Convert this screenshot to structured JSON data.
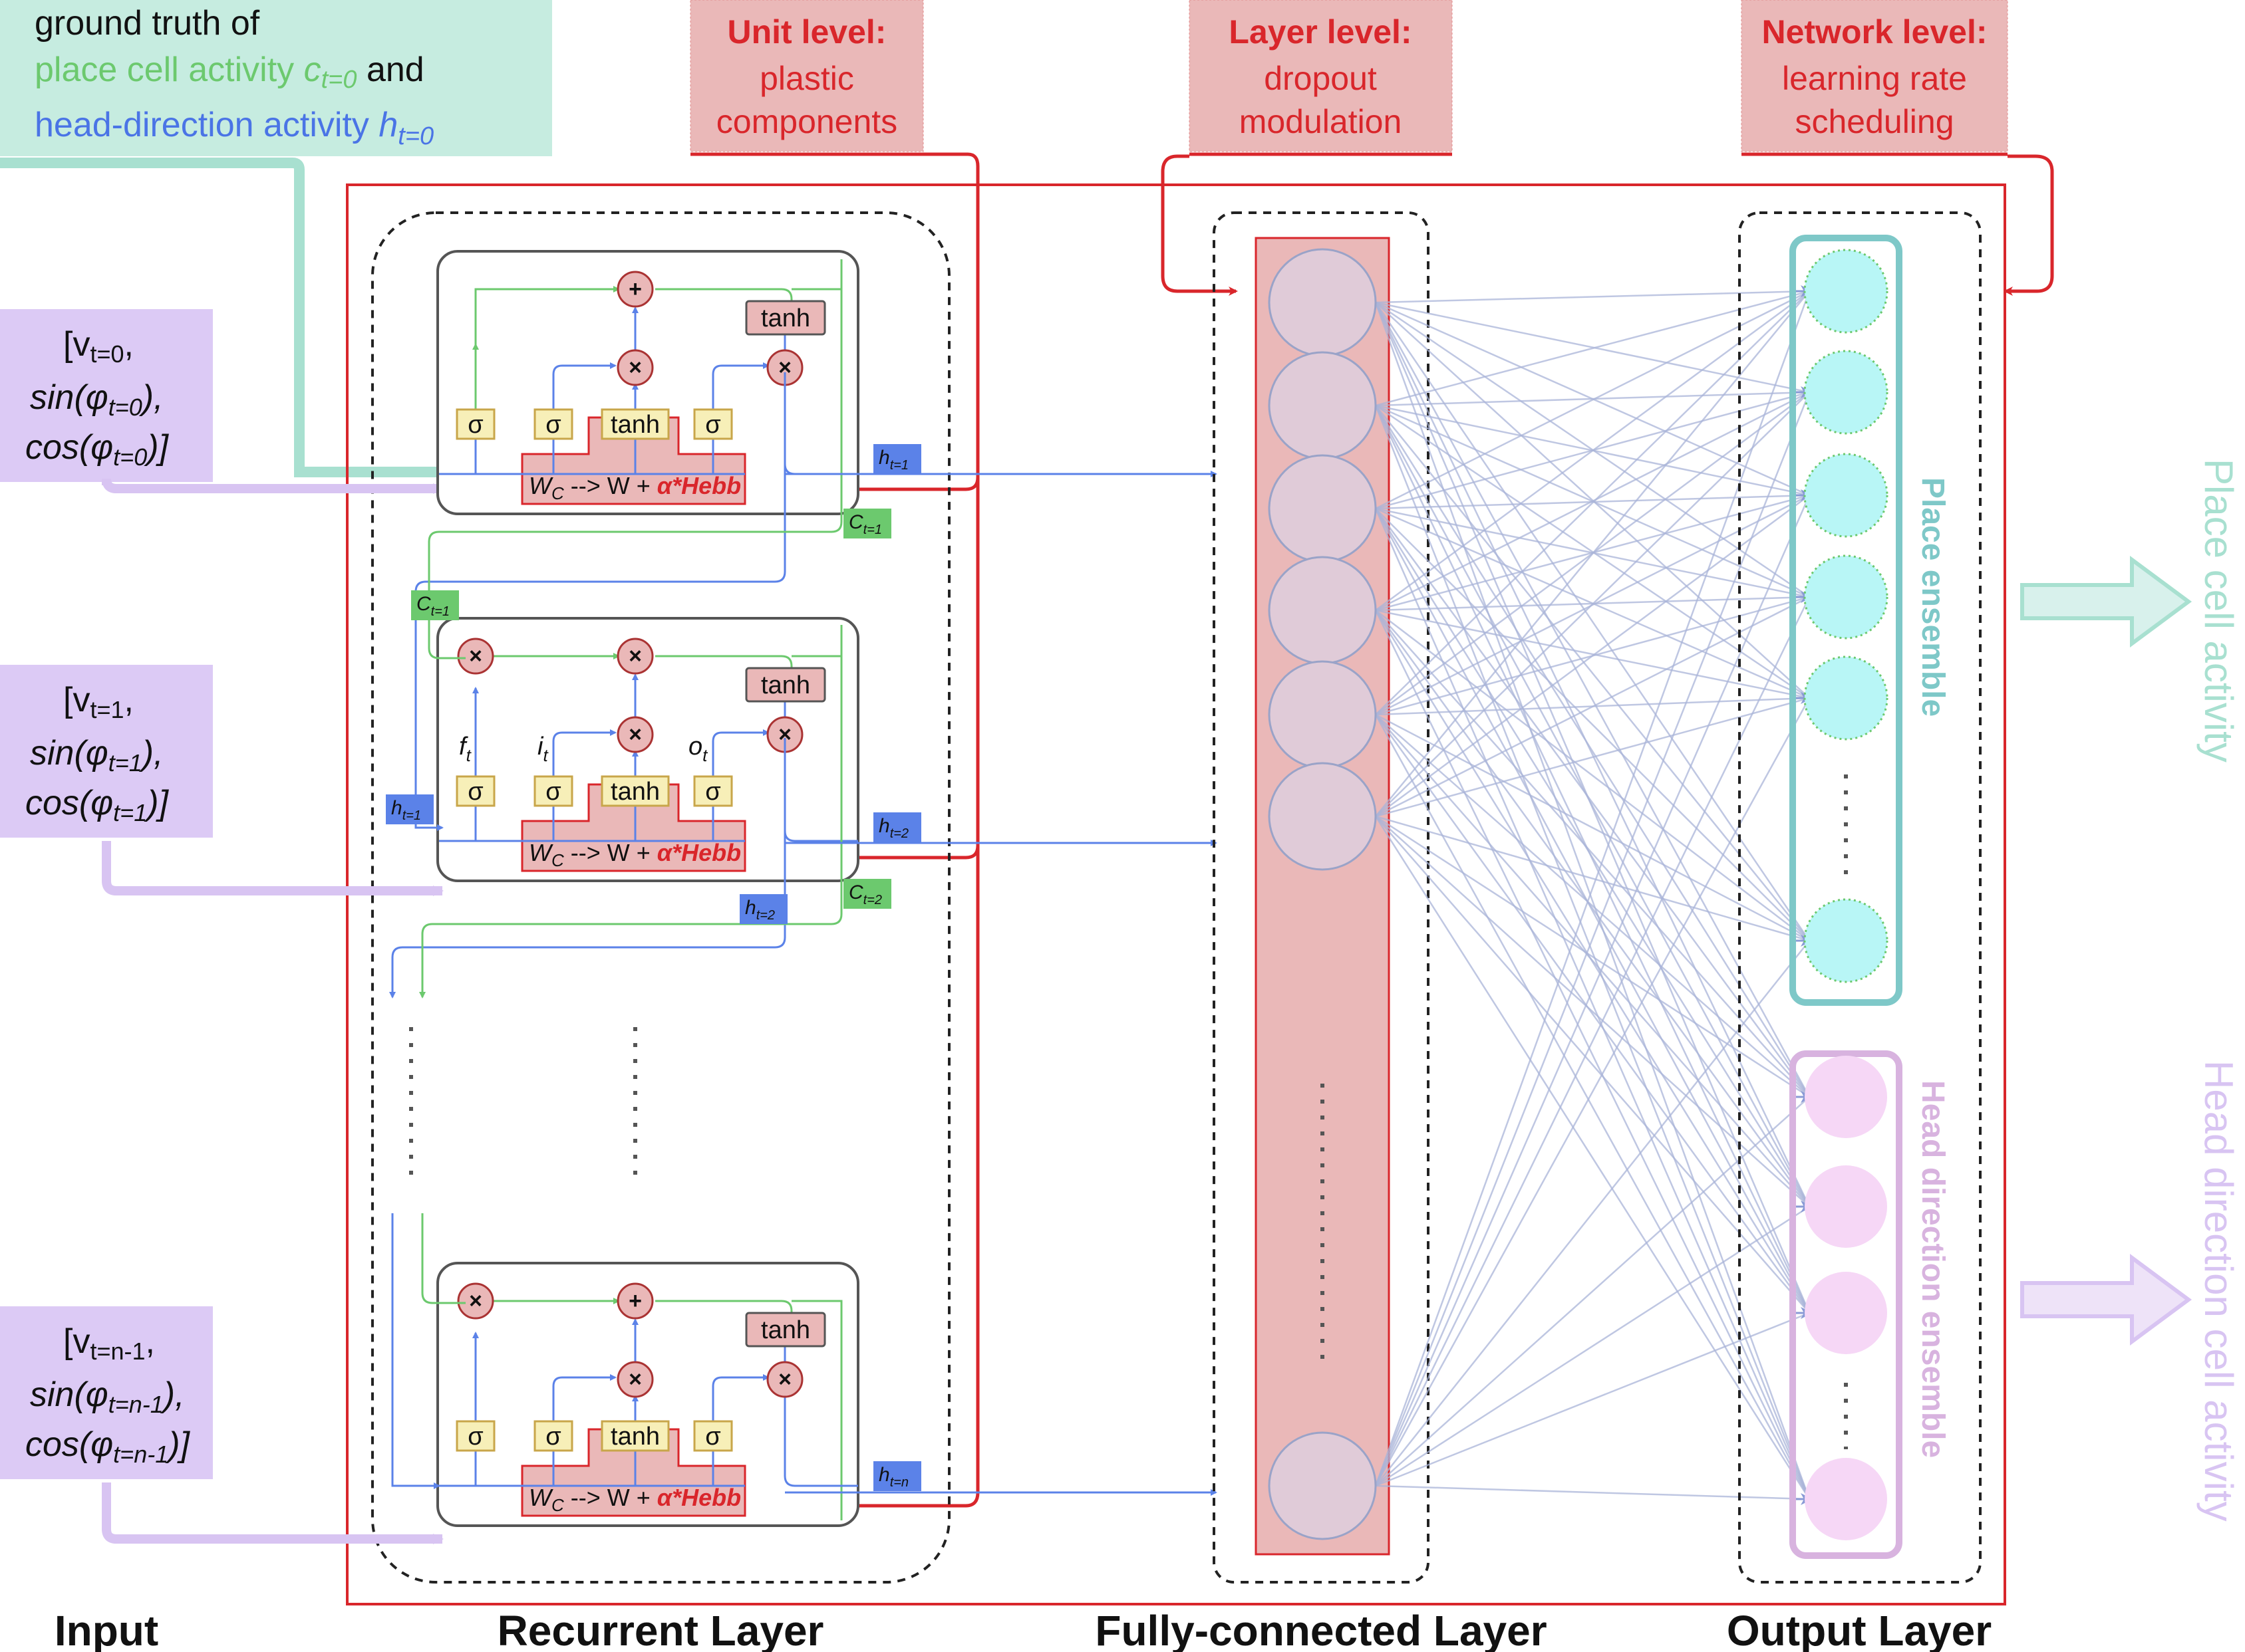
{
  "colors": {
    "red": "#d9262b",
    "red_fill": "#eab8b8",
    "green": "#6cc96e",
    "blue": "#5b82e8",
    "teal_fill": "#c6ece0",
    "purple_fill": "#dccaf5",
    "place_cell": "#b8f6f6",
    "place_border": "#7ec8c8",
    "head_cell": "#f6d7f6",
    "head_border": "#d8b3df",
    "fc_node": "#e0cbd8",
    "gate_yellow": "#f7efb8",
    "gate_border": "#c8a64a",
    "edge": "#a9b4d8"
  },
  "annotations": {
    "ground_truth": {
      "line1": "ground truth of",
      "line2_prefix": "place cell activity ",
      "line2_var": "c",
      "line2_sub": "t=0",
      "line2_suffix": " and",
      "line3_prefix": "head-direction activity ",
      "line3_var": "h",
      "line3_sub": "t=0"
    },
    "unit_level": {
      "title": "Unit level:",
      "line1": "plastic",
      "line2": "components"
    },
    "layer_level": {
      "title": "Layer level:",
      "line1": "dropout",
      "line2": "modulation"
    },
    "network_level": {
      "title": "Network level:",
      "line1": "learning rate",
      "line2": "scheduling"
    }
  },
  "inputs": [
    {
      "v": "[v",
      "v_sub": "t=0",
      "sin": "sin(φ",
      "sin_sub": "t=0",
      "cos": "cos(φ",
      "cos_sub": "t=0"
    },
    {
      "v": "[v",
      "v_sub": "t=1",
      "sin": "sin(φ",
      "sin_sub": "t=1",
      "cos": "cos(φ",
      "cos_sub": "t=1"
    },
    {
      "v": "[v",
      "v_sub": "t=n-1",
      "sin": "sin(φ",
      "sin_sub": "t=n-1",
      "cos": "cos(φ",
      "cos_sub": "t=n-1"
    }
  ],
  "lstm_cell": {
    "plus": "+",
    "times": "×",
    "sigma": "σ",
    "tanh": "tanh",
    "hebb_prefix": "W",
    "hebb_sub": "C",
    "hebb_mid": " --> W + ",
    "hebb_red": "α*Hebb",
    "f_gate": "f",
    "i_gate": "i",
    "o_gate": "o",
    "gate_sub": "t"
  },
  "state_tags": {
    "h1": {
      "var": "h",
      "sub": "t=1"
    },
    "c1": {
      "var": "C",
      "sub": "t=1"
    },
    "h2": {
      "var": "h",
      "sub": "t=2"
    },
    "c2": {
      "var": "C",
      "sub": "t=2"
    },
    "hn": {
      "var": "h",
      "sub": "t=n"
    }
  },
  "ensembles": {
    "place": "Place ensemble",
    "head": "Head direction ensemble"
  },
  "outputs": {
    "place": "Place cell activity",
    "head": "Head direction cell activity"
  },
  "layer_labels": {
    "input": "Input",
    "recurrent": "Recurrent Layer",
    "fc": "Fully-connected Layer",
    "output": "Output Layer"
  }
}
